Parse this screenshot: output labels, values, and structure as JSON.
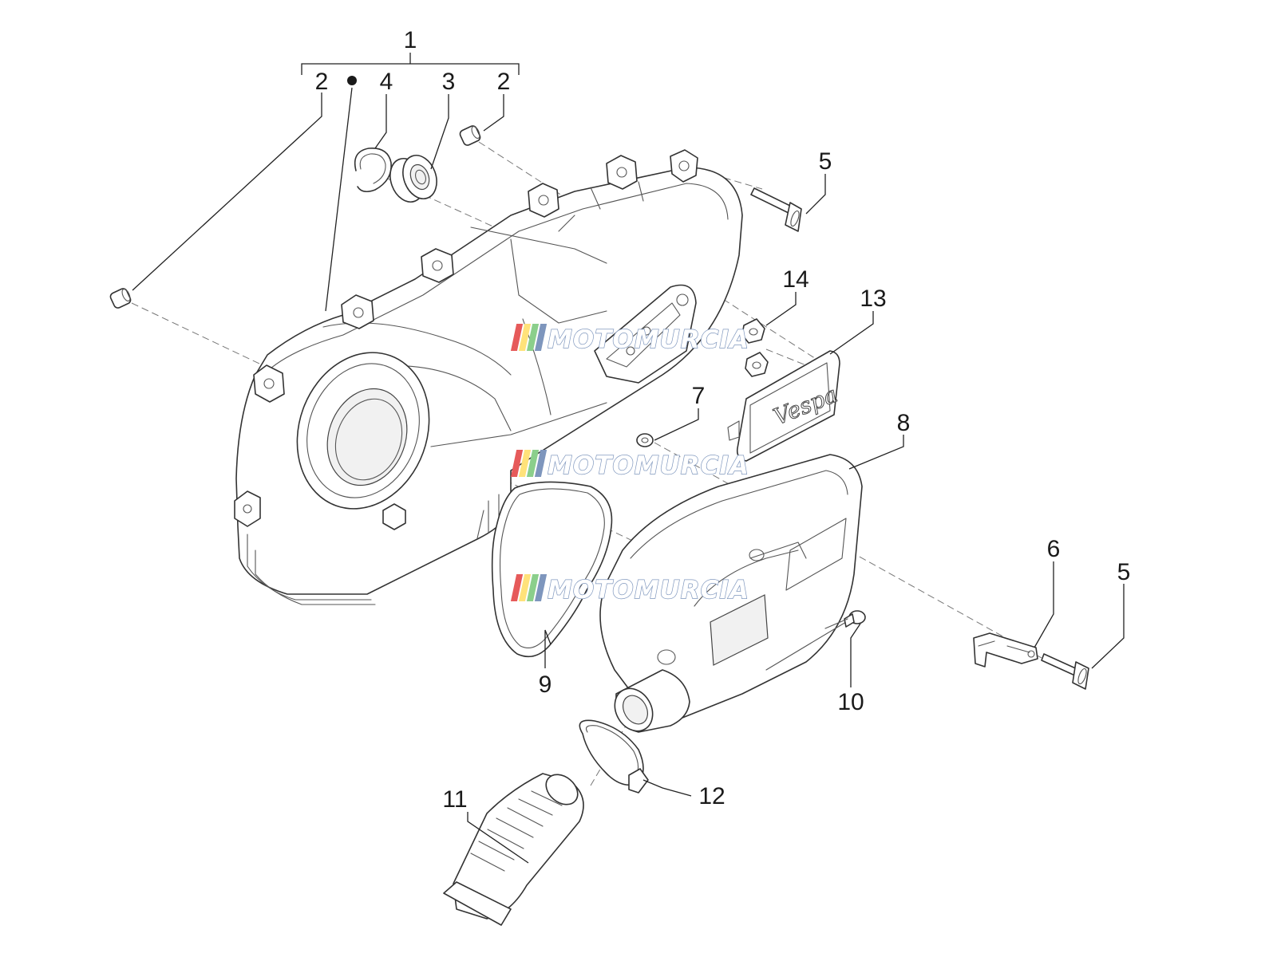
{
  "diagram": {
    "callouts": [
      {
        "id": "c1",
        "label": "1"
      },
      {
        "id": "c2a",
        "label": "2"
      },
      {
        "id": "c2b",
        "label": "2"
      },
      {
        "id": "c3",
        "label": "3"
      },
      {
        "id": "c4",
        "label": "4"
      },
      {
        "id": "c5a",
        "label": "5"
      },
      {
        "id": "c5b",
        "label": "5"
      },
      {
        "id": "c6",
        "label": "6"
      },
      {
        "id": "c7",
        "label": "7"
      },
      {
        "id": "c8",
        "label": "8"
      },
      {
        "id": "c9",
        "label": "9"
      },
      {
        "id": "c10",
        "label": "10"
      },
      {
        "id": "c11",
        "label": "11"
      },
      {
        "id": "c12",
        "label": "12"
      },
      {
        "id": "c13",
        "label": "13"
      },
      {
        "id": "c14",
        "label": "14"
      }
    ],
    "watermark": {
      "text": "MOTOMURCIA",
      "stripe_colors": [
        "#e65a5a",
        "#ffe27a",
        "#8bcf8b",
        "#7e96bd"
      ]
    },
    "logo_text": "Vespa",
    "colors": {
      "line": "#333333",
      "label": "#1a1a1a",
      "background": "#ffffff"
    }
  }
}
